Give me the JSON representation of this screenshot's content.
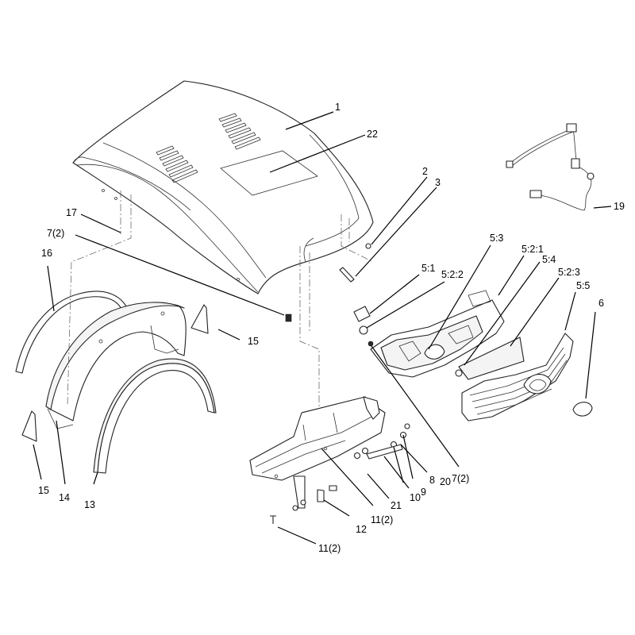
{
  "callouts": {
    "c1": "1",
    "c22": "22",
    "c2": "2",
    "c3": "3",
    "c19": "19",
    "c17": "17",
    "c7a": "7(2)",
    "c16": "16",
    "c15a": "15",
    "c15b": "15",
    "c14": "14",
    "c13": "13",
    "c5_3": "5:3",
    "c5_2_1": "5:2:1",
    "c5_1": "5:1",
    "c5_2_2": "5:2:2",
    "c5_4": "5:4",
    "c5_2_3": "5:2:3",
    "c5_5": "5:5",
    "c6": "6",
    "c7b": "7(2)",
    "c20": "20",
    "c8": "8",
    "c9": "9",
    "c10": "10",
    "c21": "21",
    "c11a": "11(2)",
    "c12": "12",
    "c11b": "11(2)"
  }
}
